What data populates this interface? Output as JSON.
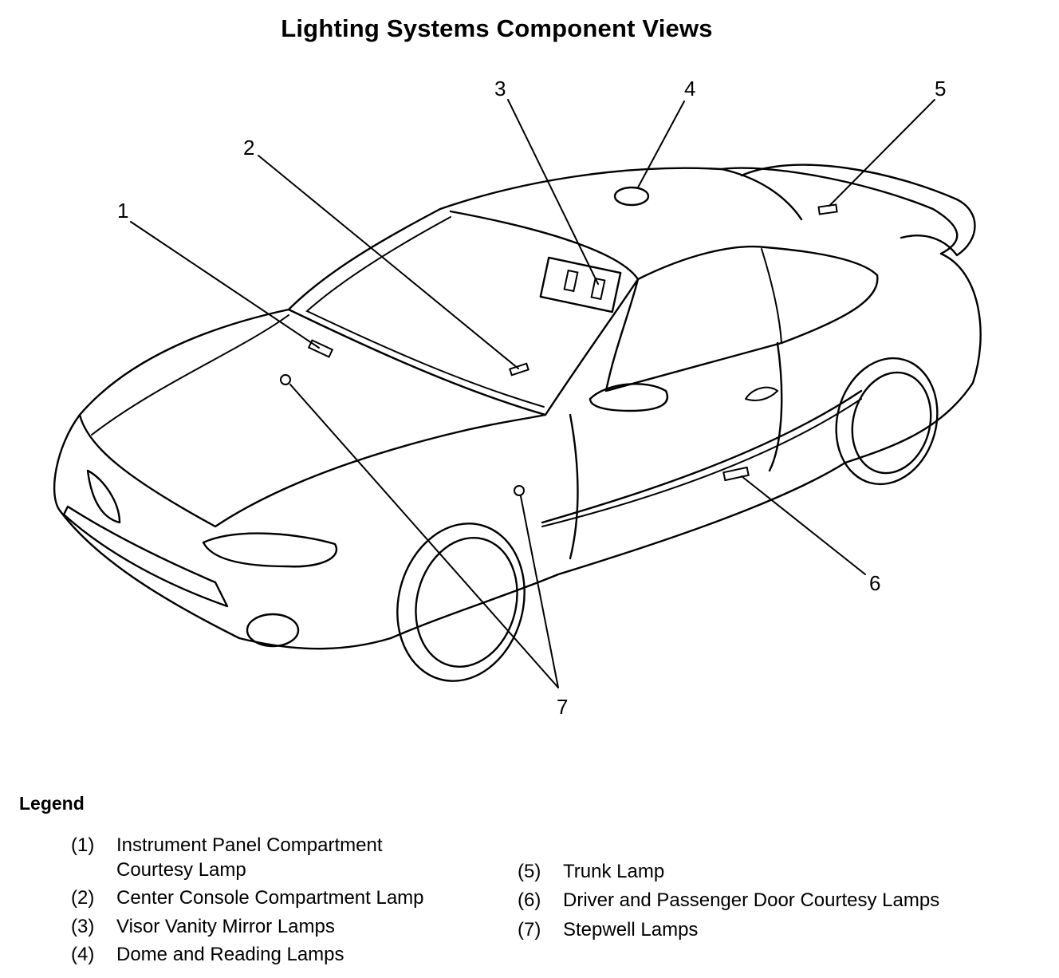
{
  "title": "Lighting Systems Component Views",
  "callouts": [
    "1",
    "2",
    "3",
    "4",
    "5",
    "6",
    "7"
  ],
  "legend": {
    "heading": "Legend",
    "items": [
      {
        "num": "(1)",
        "text": "Instrument Panel Compartment\nCourtesy Lamp"
      },
      {
        "num": "(2)",
        "text": "Center Console Compartment Lamp"
      },
      {
        "num": "(3)",
        "text": "Visor Vanity Mirror Lamps"
      },
      {
        "num": "(4)",
        "text": "Dome and Reading Lamps"
      },
      {
        "num": "(5)",
        "text": "Trunk Lamp"
      },
      {
        "num": "(6)",
        "text": "Driver and Passenger Door Courtesy Lamps"
      },
      {
        "num": "(7)",
        "text": "Stepwell Lamps"
      }
    ]
  }
}
